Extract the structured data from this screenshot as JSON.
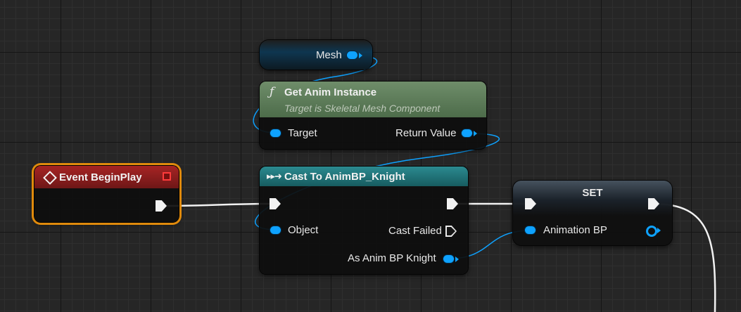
{
  "nodes": {
    "mesh": {
      "label": "Mesh"
    },
    "get_anim_instance": {
      "icon": "ƒ",
      "title": "Get Anim Instance",
      "subtitle": "Target is Skeletal Mesh Component",
      "input": "Target",
      "output": "Return Value"
    },
    "event_beginplay": {
      "title": "Event BeginPlay"
    },
    "cast": {
      "title": "Cast To AnimBP_Knight",
      "input_object": "Object",
      "cast_failed": "Cast Failed",
      "as_output": "As Anim BP Knight"
    },
    "set": {
      "title": "SET",
      "input": "Animation BP"
    }
  },
  "colors": {
    "exec_wire": "#f2f2f2",
    "object_wire": "#0ea2ff",
    "event_header": "#8b1d1d",
    "function_header": "#5a7d57",
    "cast_header": "#1f6f74",
    "set_header": "#3d4a58",
    "selection_outline": "#e08a0c"
  }
}
